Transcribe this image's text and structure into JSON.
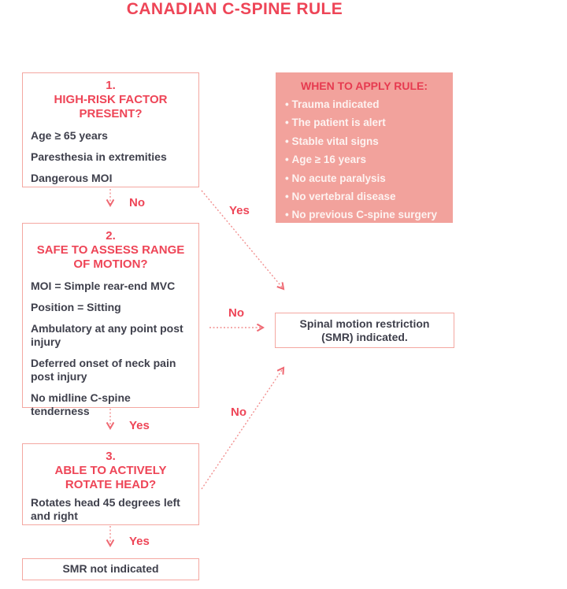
{
  "title": "CANADIAN C-SPINE RULE",
  "colors": {
    "accent_red": "#ee4557",
    "panel_pink": "#f2a29c",
    "border_pink": "#f4a7a1",
    "body_text": "#3f404c",
    "arrow_pink": "#f29090"
  },
  "step1": {
    "number": "1.",
    "heading_line1": "HIGH-RISK FACTOR",
    "heading_line2": "PRESENT?",
    "items": [
      "Age ≥ 65 years",
      "Paresthesia in extremities",
      "Dangerous MOI"
    ]
  },
  "apply_rule": {
    "heading": "WHEN TO APPLY RULE:",
    "bullets": [
      "Trauma indicated",
      "The patient is alert",
      "Stable vital signs",
      "Age ≥ 16 years",
      "No acute paralysis",
      "No vertebral disease",
      "No previous C-spine surgery"
    ]
  },
  "step2": {
    "number": "2.",
    "heading_line1": "SAFE TO ASSESS RANGE",
    "heading_line2": "OF MOTION?",
    "items": [
      "MOI = Simple rear-end MVC",
      "Position = Sitting",
      "Ambulatory at any point post injury",
      "Deferred onset of neck pain post injury",
      "No midline C-spine tenderness"
    ]
  },
  "smr_indicated": {
    "line1": "Spinal motion restriction",
    "line2": "(SMR) indicated."
  },
  "step3": {
    "number": "3.",
    "heading_line1": "ABLE TO ACTIVELY",
    "heading_line2": "ROTATE HEAD?",
    "items": [
      "Rotates head 45 degrees left and right"
    ]
  },
  "smr_not_indicated": "SMR not indicated",
  "edge_labels": {
    "step1_no": "No",
    "step1_yes": "Yes",
    "step2_no": "No",
    "step2_yes": "Yes",
    "step3_no": "No",
    "step3_yes": "Yes"
  }
}
